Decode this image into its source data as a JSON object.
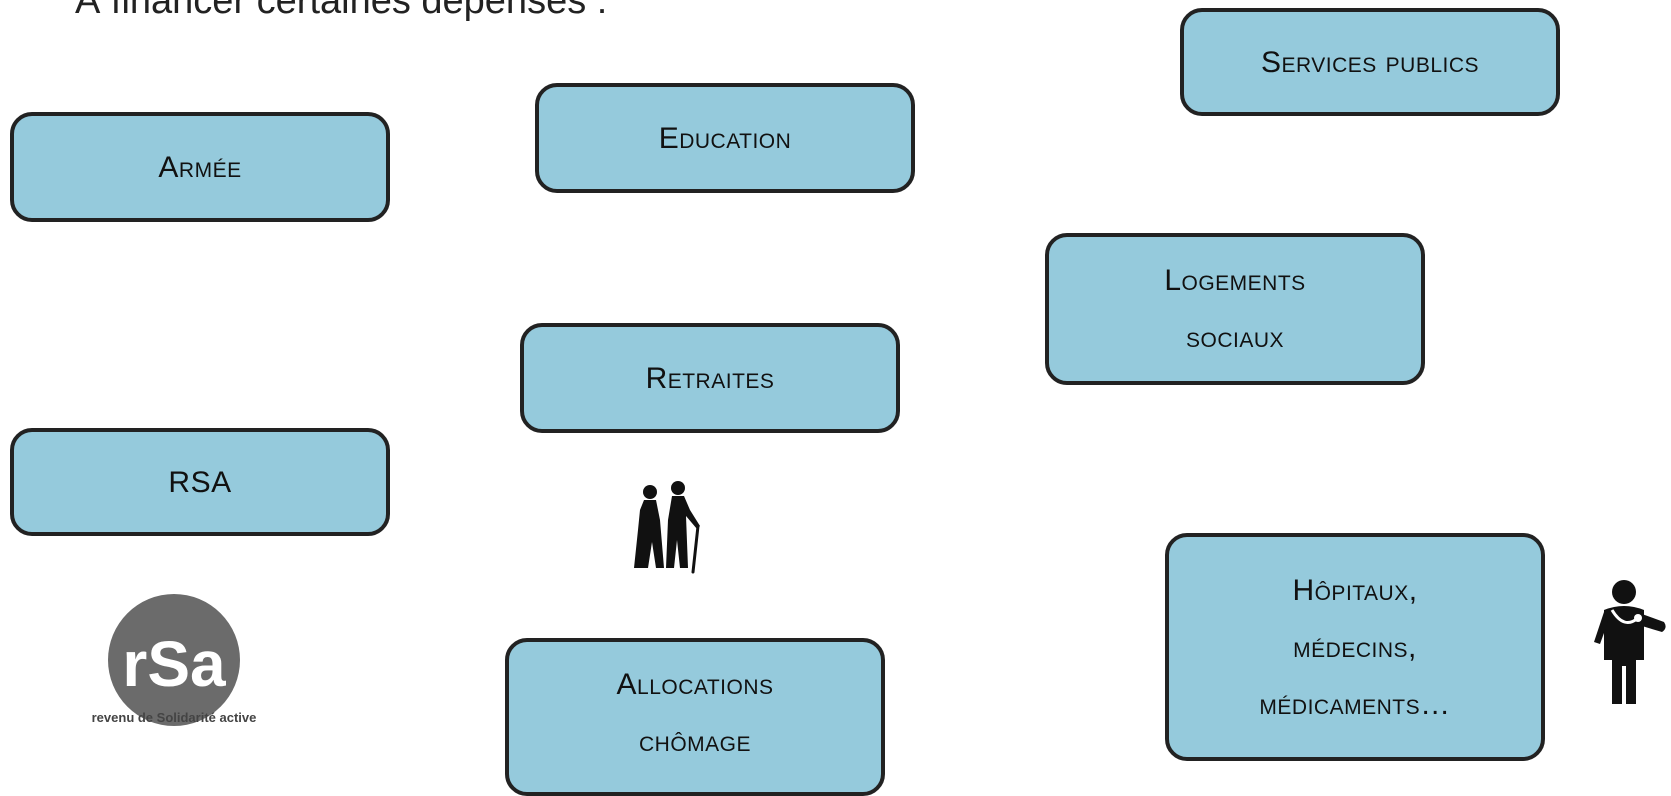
{
  "heading": "À financer certaines dépenses :",
  "boxes": {
    "armee": [
      "Armée"
    ],
    "education": [
      "Education"
    ],
    "services_publics": [
      "Services publics"
    ],
    "logements_sociaux": [
      "Logements",
      "sociaux"
    ],
    "retraites": [
      "Retraites"
    ],
    "rsa": [
      "RSA"
    ],
    "allocations_chomage": [
      "Allocations",
      "chômage"
    ],
    "hopitaux": [
      "Hôpitaux,",
      "médecins,",
      "médicaments…"
    ]
  },
  "rsa_logo": {
    "mark": "rSa",
    "caption": "revenu de Solidarité active"
  },
  "icons": [
    "rsa-logo",
    "elderly-couple-icon",
    "doctor-icon"
  ],
  "colors": {
    "box_fill": "#95cadc",
    "box_border": "#222222",
    "logo_grey": "#6b6b6b"
  }
}
